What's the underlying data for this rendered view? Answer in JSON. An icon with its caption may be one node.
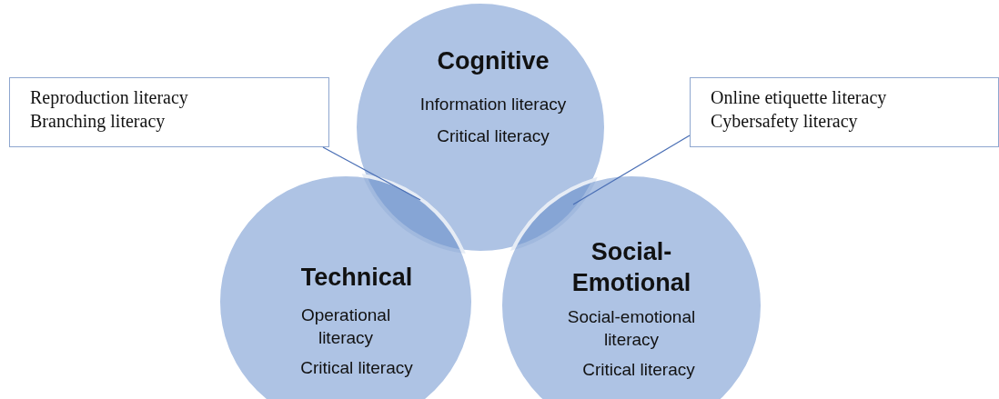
{
  "diagram": {
    "nodes": [
      {
        "text": [
          "Cognitive",
          "Information literacy",
          "Critical literacy"
        ]
      },
      {
        "text": [
          "Technical",
          "Operational literacy",
          "Critical literacy"
        ]
      },
      {
        "text": [
          "Social-Emotional",
          "Social-emotional literacy",
          "Critical literacy"
        ]
      },
      {
        "text": [
          "Reproduction literacy",
          "Branching literacy"
        ]
      },
      {
        "text": [
          "Online etiquette literacy",
          "Cybersafety literacy"
        ]
      },
      {
        "text": [],
        "shape": "lens"
      },
      {
        "text": [],
        "shape": "lens"
      }
    ],
    "edges": [
      {
        "from": 3,
        "to": 5,
        "arrow": "none"
      },
      {
        "from": 4,
        "to": 6,
        "arrow": "none"
      }
    ]
  }
}
